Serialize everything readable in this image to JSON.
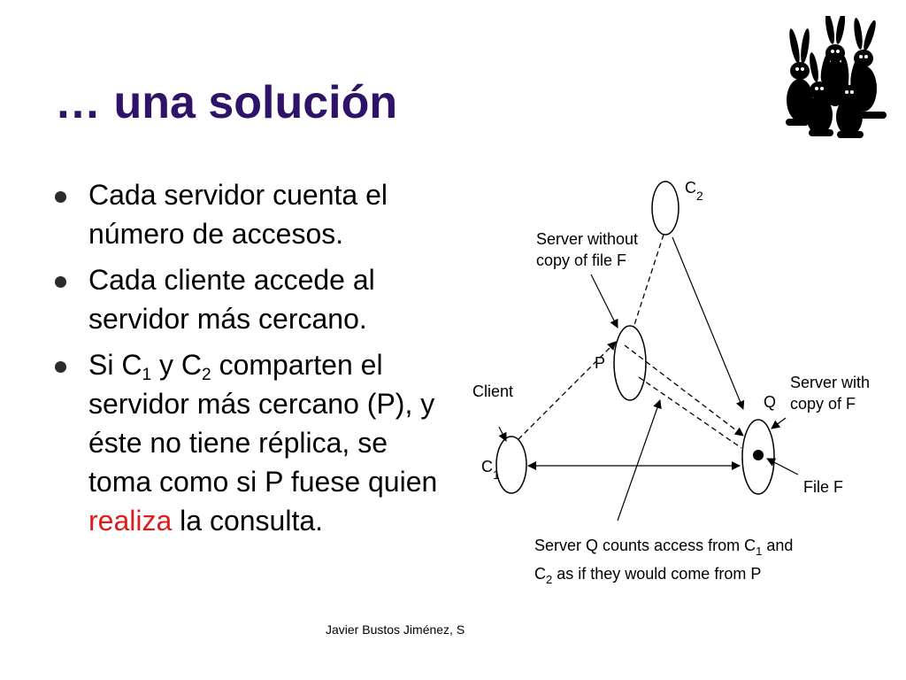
{
  "slide": {
    "title": "… una solución",
    "bullets": [
      {
        "text": "Cada servidor cuenta el número de accesos."
      },
      {
        "text": "Cada cliente accede al servidor más cercano."
      },
      {
        "text_before_c1": "Si C",
        "c1_sub": "1",
        "text_y_c": " y C",
        "c2_sub": "2",
        "text_after": " comparten el servidor más cercano (P), y éste no tiene réplica, se toma como si P fuese quien ",
        "highlight": "realiza",
        "text_end": " la consulta.",
        "highlight_color": "#e11b1b"
      }
    ],
    "footer": "Javier Bustos Jiménez, S",
    "logo_icon": "rabbits-logo-icon",
    "title_color": "#2e1368"
  },
  "diagram": {
    "labels": {
      "c2_letter": "C",
      "c2_sub": "2",
      "p": "P",
      "q": "Q",
      "c1_letter": "C",
      "c1_sub": "1",
      "server_without_line1": "Server without",
      "server_without_line2": "copy of file F",
      "client": "Client",
      "server_with_line1": "Server with",
      "server_with_line2": "copy of F",
      "file_f": "File F",
      "caption_line1_a": "Server Q counts access from C",
      "caption_line1_sub": "1",
      "caption_line1_b": " and",
      "caption_line2_a": "C",
      "caption_line2_sub": "2",
      "caption_line2_b": " as if they would come from P"
    }
  }
}
